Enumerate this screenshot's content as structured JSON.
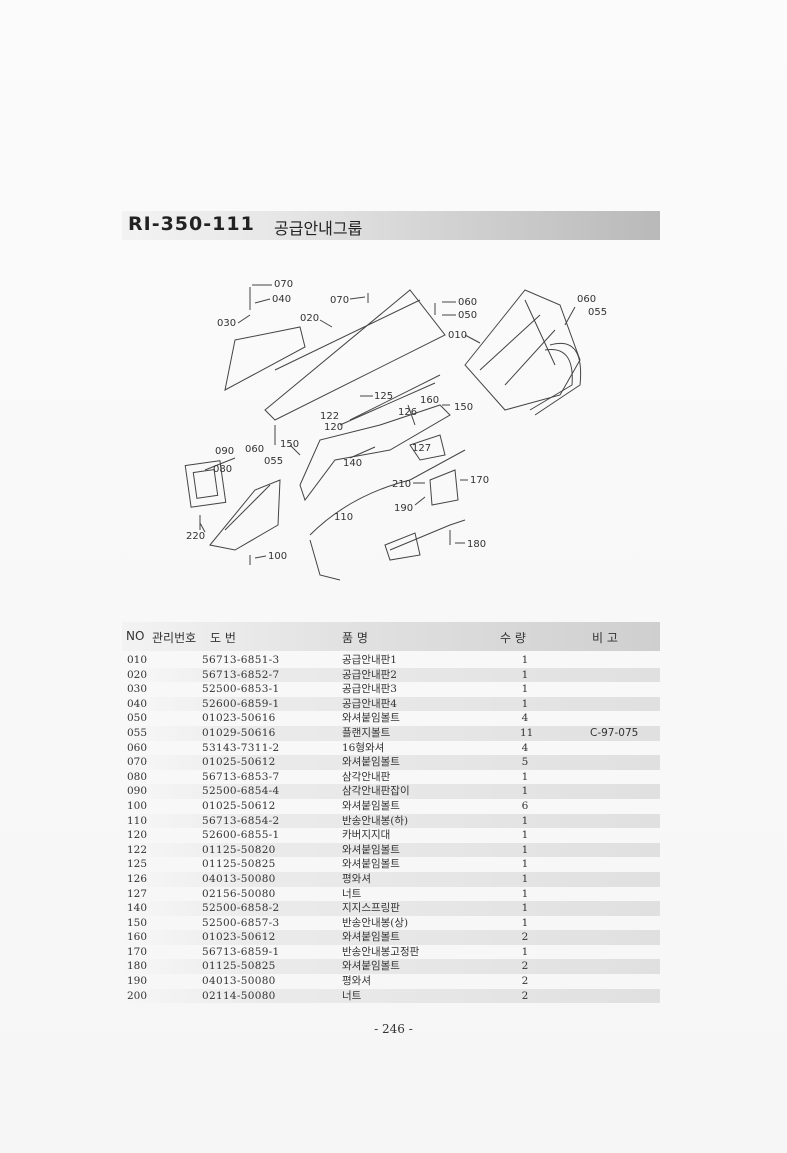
{
  "header": {
    "code": "RI-350-111",
    "group_name": "공급안내그룹"
  },
  "diagram_labels": {
    "l070a": "070",
    "l040": "040",
    "l030": "030",
    "l020": "020",
    "l070b": "070",
    "l060a": "060",
    "l050": "050",
    "l010": "010",
    "l060b": "060",
    "l055a": "055",
    "l125": "125",
    "l122": "122",
    "l120": "120",
    "l126": "126",
    "l160": "160",
    "l150a": "150",
    "l127": "127",
    "l090": "090",
    "l060c": "060",
    "l055b": "055",
    "l150b": "150",
    "l140": "140",
    "l080": "080",
    "l210": "210",
    "l170": "170",
    "l190": "190",
    "l110": "110",
    "l220": "220",
    "l100": "100",
    "l180": "180"
  },
  "table": {
    "headers": {
      "no": "NO",
      "mgmt": "관리번호",
      "drawing": "도   번",
      "name": "품        명",
      "qty": "수   량",
      "note": "비  고"
    },
    "rows": [
      {
        "no": "010",
        "part": "56713-6851-3",
        "name": "공급안내판1",
        "qty": "1",
        "note": ""
      },
      {
        "no": "020",
        "part": "56713-6852-7",
        "name": "공급안내판2",
        "qty": "1",
        "note": ""
      },
      {
        "no": "030",
        "part": "52500-6853-1",
        "name": "공급안내판3",
        "qty": "1",
        "note": ""
      },
      {
        "no": "040",
        "part": "52600-6859-1",
        "name": "공급안내판4",
        "qty": "1",
        "note": ""
      },
      {
        "no": "050",
        "part": "01023-50616",
        "name": "와셔붙임볼트",
        "qty": "4",
        "note": ""
      },
      {
        "no": "055",
        "part": "01029-50616",
        "name": "플랜지볼트",
        "qty": "11",
        "note": "C-97-075"
      },
      {
        "no": "060",
        "part": "53143-7311-2",
        "name": "16형와셔",
        "qty": "4",
        "note": ""
      },
      {
        "no": "070",
        "part": "01025-50612",
        "name": "와셔붙임볼트",
        "qty": "5",
        "note": ""
      },
      {
        "no": "080",
        "part": "56713-6853-7",
        "name": "삼각안내판",
        "qty": "1",
        "note": ""
      },
      {
        "no": "090",
        "part": "52500-6854-4",
        "name": "삼각안내판잡이",
        "qty": "1",
        "note": ""
      },
      {
        "no": "100",
        "part": "01025-50612",
        "name": "와셔붙임볼트",
        "qty": "6",
        "note": ""
      },
      {
        "no": "110",
        "part": "56713-6854-2",
        "name": "반송안내봉(하)",
        "qty": "1",
        "note": ""
      },
      {
        "no": "120",
        "part": "52600-6855-1",
        "name": "카버지지대",
        "qty": "1",
        "note": ""
      },
      {
        "no": "122",
        "part": "01125-50820",
        "name": "와셔붙임볼트",
        "qty": "1",
        "note": ""
      },
      {
        "no": "125",
        "part": "01125-50825",
        "name": "와셔붙임볼트",
        "qty": "1",
        "note": ""
      },
      {
        "no": "126",
        "part": "04013-50080",
        "name": "평와셔",
        "qty": "1",
        "note": ""
      },
      {
        "no": "127",
        "part": "02156-50080",
        "name": "너트",
        "qty": "1",
        "note": ""
      },
      {
        "no": "140",
        "part": "52500-6858-2",
        "name": "지지스프링판",
        "qty": "1",
        "note": ""
      },
      {
        "no": "150",
        "part": "52500-6857-3",
        "name": "반송안내봉(상)",
        "qty": "1",
        "note": ""
      },
      {
        "no": "160",
        "part": "01023-50612",
        "name": "와셔붙임볼트",
        "qty": "2",
        "note": ""
      },
      {
        "no": "170",
        "part": "56713-6859-1",
        "name": "반송안내봉고정판",
        "qty": "1",
        "note": ""
      },
      {
        "no": "180",
        "part": "01125-50825",
        "name": "와셔붙임볼트",
        "qty": "2",
        "note": ""
      },
      {
        "no": "190",
        "part": "04013-50080",
        "name": "평와셔",
        "qty": "2",
        "note": ""
      },
      {
        "no": "200",
        "part": "02114-50080",
        "name": "너트",
        "qty": "2",
        "note": ""
      }
    ]
  },
  "footer": {
    "page_number": "- 246 -"
  }
}
